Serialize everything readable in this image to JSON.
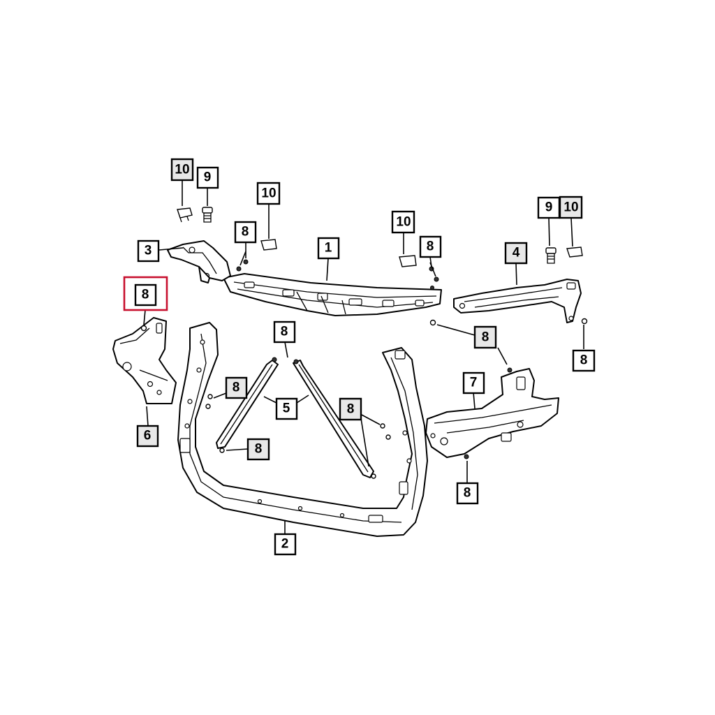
{
  "diagram": {
    "callouts": [
      {
        "id": "c-10-a",
        "label": "10",
        "shaded": true
      },
      {
        "id": "c-9-a",
        "label": "9"
      },
      {
        "id": "c-10-b",
        "label": "10"
      },
      {
        "id": "c-3",
        "label": "3"
      },
      {
        "id": "c-8-a",
        "label": "8"
      },
      {
        "id": "c-1",
        "label": "1"
      },
      {
        "id": "c-10-c",
        "label": "10"
      },
      {
        "id": "c-8-b",
        "label": "8"
      },
      {
        "id": "c-9-b",
        "label": "9"
      },
      {
        "id": "c-10-d",
        "label": "10",
        "shaded": true
      },
      {
        "id": "c-4",
        "label": "4",
        "shaded": true
      },
      {
        "id": "c-8-red",
        "label": "8",
        "highlight": true
      },
      {
        "id": "c-8-c",
        "label": "8"
      },
      {
        "id": "c-8-d",
        "label": "8",
        "shaded": true
      },
      {
        "id": "c-8-e",
        "label": "8"
      },
      {
        "id": "c-7",
        "label": "7"
      },
      {
        "id": "c-8-f",
        "label": "8",
        "shaded": true
      },
      {
        "id": "c-5",
        "label": "5"
      },
      {
        "id": "c-8-g",
        "label": "8",
        "shaded": true
      },
      {
        "id": "c-6",
        "label": "6",
        "shaded": true
      },
      {
        "id": "c-8-h",
        "label": "8",
        "shaded": true
      },
      {
        "id": "c-8-i",
        "label": "8"
      },
      {
        "id": "c-2",
        "label": "2"
      }
    ]
  }
}
